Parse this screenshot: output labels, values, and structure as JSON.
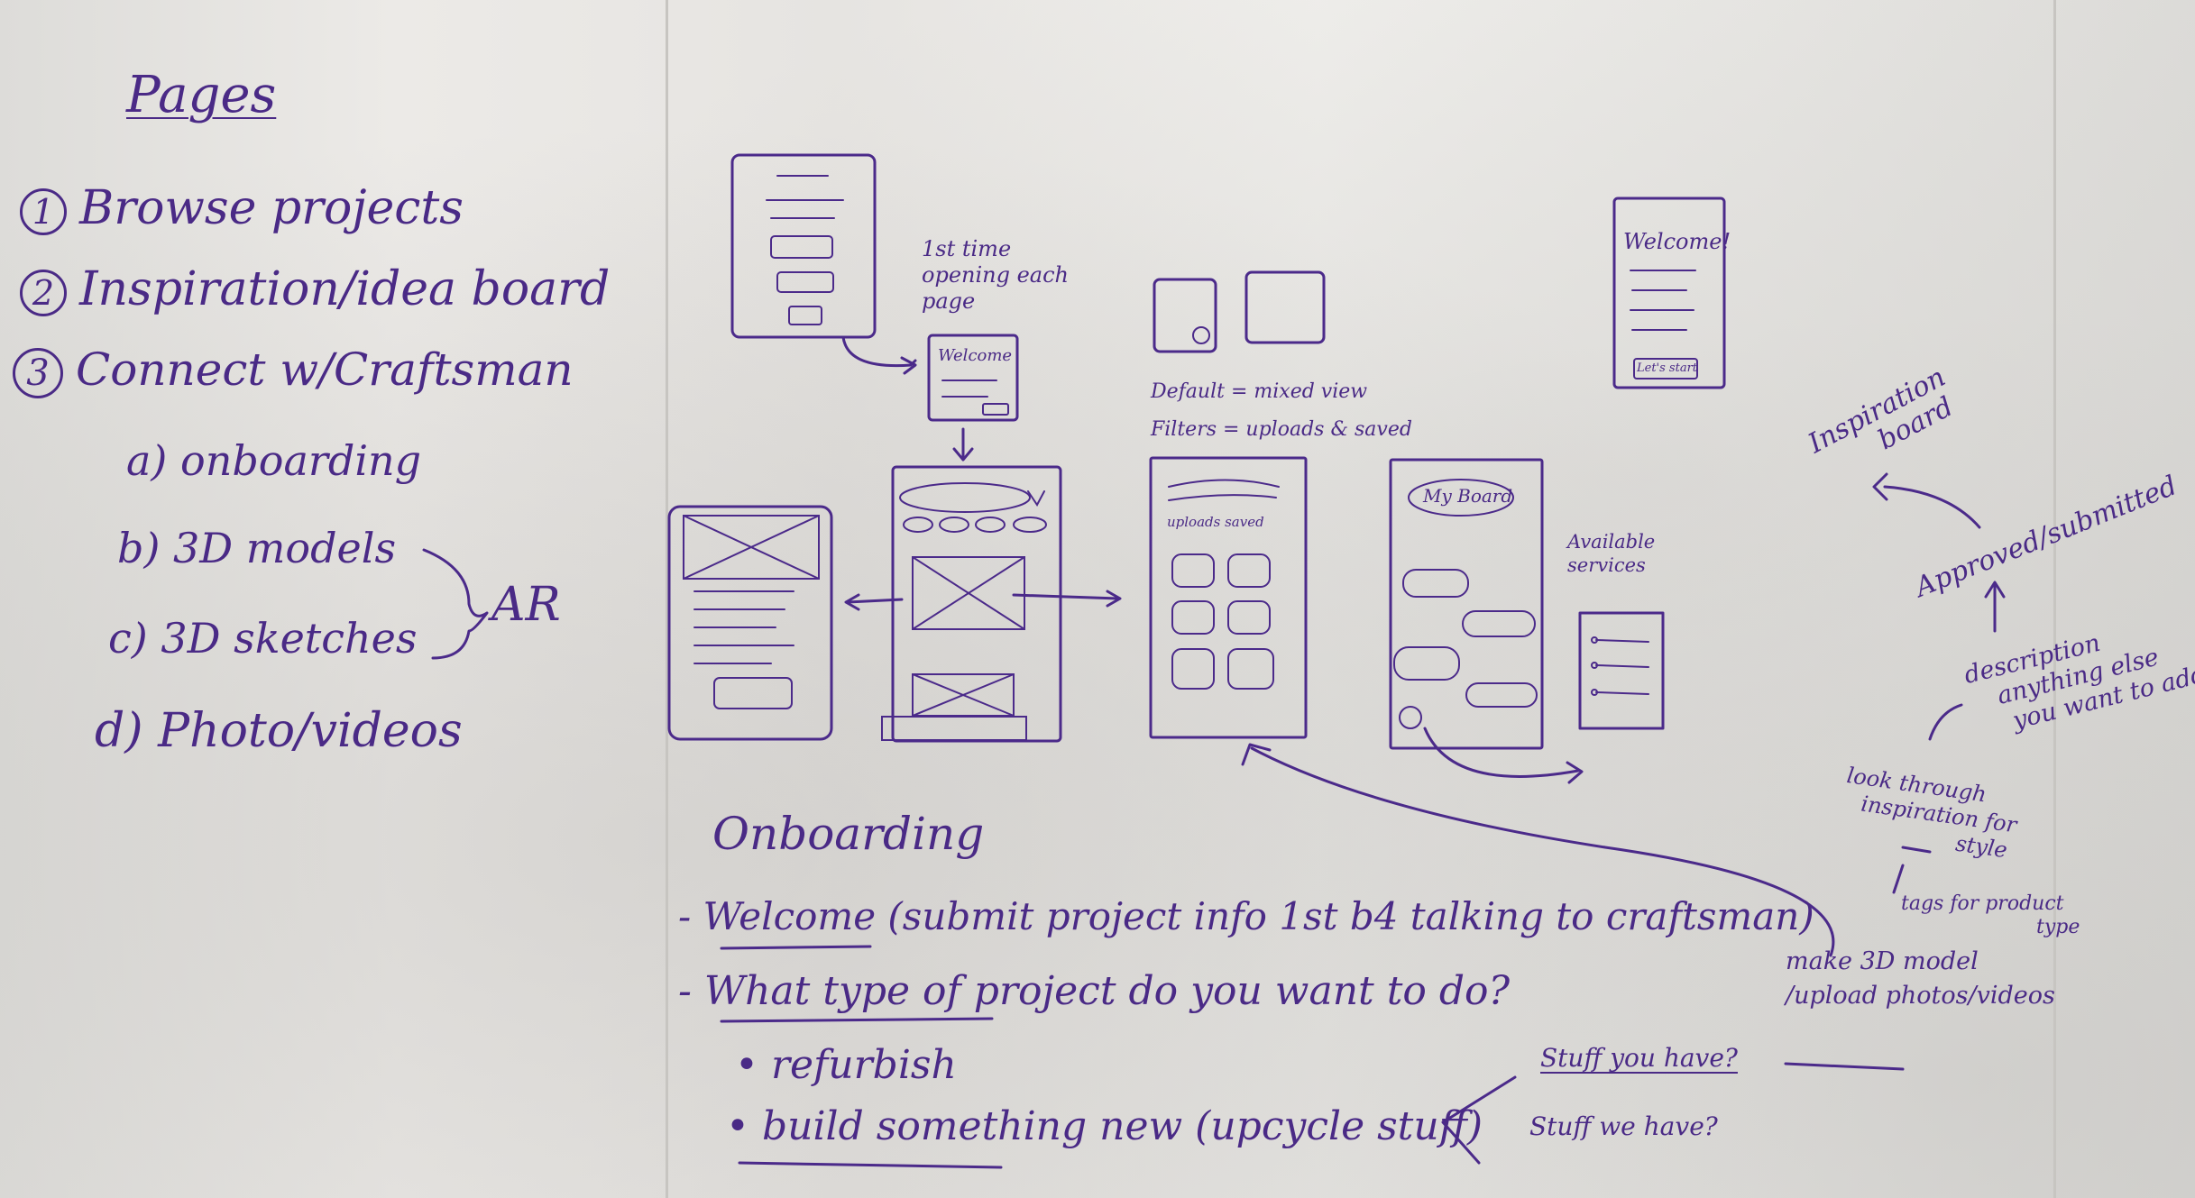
{
  "pages_list": {
    "title": "Pages",
    "items": [
      {
        "num": "1",
        "label": "Browse projects"
      },
      {
        "num": "2",
        "label": "Inspiration/idea board"
      },
      {
        "num": "3",
        "label": "Connect w/Craftsman"
      }
    ],
    "sub_items": [
      "a) onboarding",
      "b) 3D models",
      "c) 3D sketches",
      "d) Photo/videos"
    ],
    "ar_label": "AR"
  },
  "sketch_notes": {
    "first_time": [
      "1st time",
      "opening each",
      "page"
    ],
    "welcome_popup": "Welcome",
    "default_line": "Default = mixed view",
    "filters_line": "Filters = uploads & saved",
    "tabs": "uploads saved",
    "my_board": "My Board",
    "available_services": [
      "Available",
      "services"
    ],
    "welcome_right": "Welcome!",
    "welcome_button": "Let's start"
  },
  "flow_notes": {
    "inspiration_board": [
      "Inspiration",
      "board"
    ],
    "approved": "Approved/submitted",
    "description": [
      "description",
      "anything else",
      "you want to add"
    ],
    "look_through": [
      "look through",
      "inspiration for",
      "style"
    ],
    "tags": [
      "tags for product",
      "type"
    ],
    "make_3d": [
      "make 3D model",
      "/upload photos/videos"
    ],
    "stuff_have": "Stuff you have?",
    "stuff_we_have": "Stuff we have?"
  },
  "onboarding": {
    "title": "Onboarding",
    "lines": [
      "- Welcome (submit project info 1st b4 talking to craftsman)",
      "- What type of project do you want to do?",
      "• refurbish",
      "• build something new (upcycle stuff)"
    ]
  }
}
